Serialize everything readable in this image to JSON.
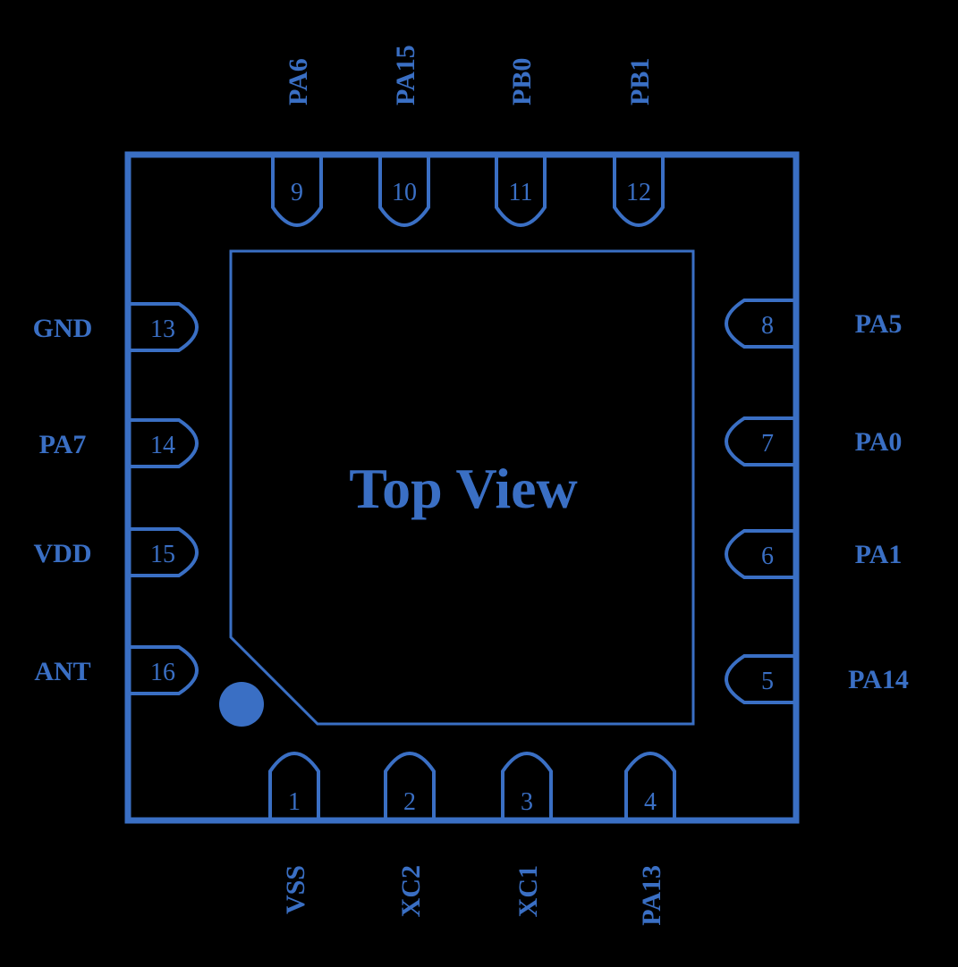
{
  "diagram": {
    "title": "Top View",
    "colors": {
      "line": "#3a6fc4",
      "text": "#3a6fc4",
      "background": "#000000",
      "pin1_marker": "#3a6fc4"
    }
  },
  "pins": {
    "bottom": [
      {
        "number": "1",
        "label": "VSS"
      },
      {
        "number": "2",
        "label": "XC2"
      },
      {
        "number": "3",
        "label": "XC1"
      },
      {
        "number": "4",
        "label": "PA13"
      }
    ],
    "right": [
      {
        "number": "5",
        "label": "PA14"
      },
      {
        "number": "6",
        "label": "PA1"
      },
      {
        "number": "7",
        "label": "PA0"
      },
      {
        "number": "8",
        "label": "PA5"
      }
    ],
    "top": [
      {
        "number": "9",
        "label": "PA6"
      },
      {
        "number": "10",
        "label": "PA15"
      },
      {
        "number": "11",
        "label": "PB0"
      },
      {
        "number": "12",
        "label": "PB1"
      }
    ],
    "left": [
      {
        "number": "13",
        "label": "GND"
      },
      {
        "number": "14",
        "label": "PA7"
      },
      {
        "number": "15",
        "label": "VDD"
      },
      {
        "number": "16",
        "label": "ANT"
      }
    ]
  }
}
